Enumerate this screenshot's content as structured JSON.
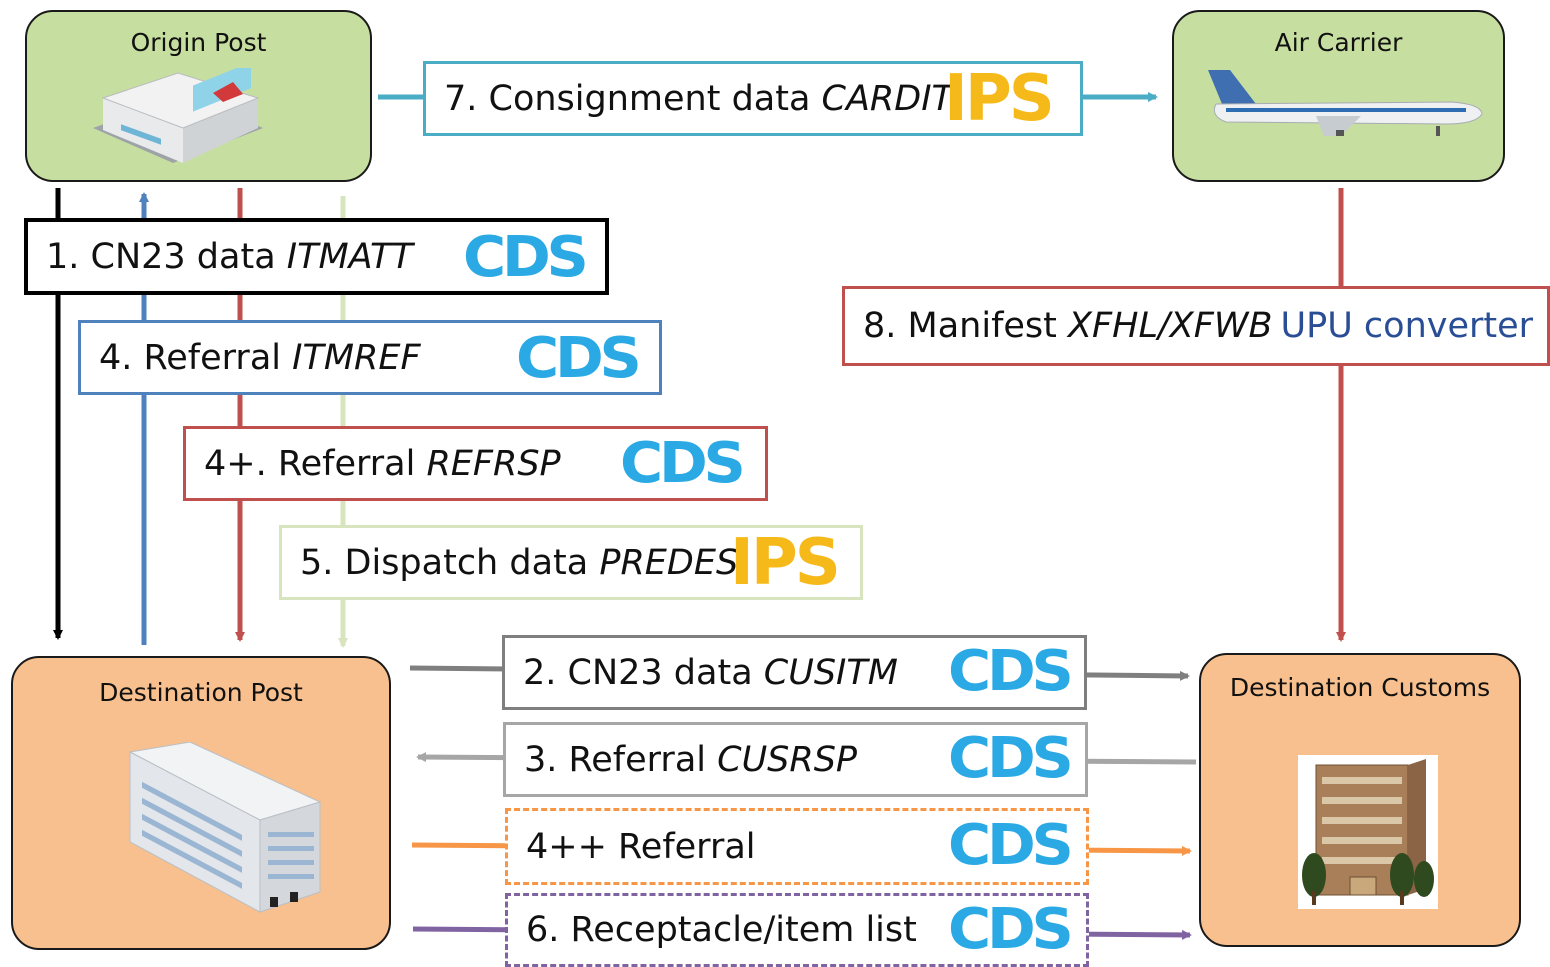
{
  "nodes": {
    "origin_post": {
      "label": "Origin Post",
      "fill": "#c6dea0"
    },
    "air_carrier": {
      "label": "Air Carrier",
      "fill": "#c6dea0"
    },
    "destination_post": {
      "label": "Destination Post",
      "fill": "#f8c08e"
    },
    "destination_customs": {
      "label": "Destination Customs",
      "fill": "#f8c08e"
    }
  },
  "messages": {
    "m1": {
      "prefix": "1. CN23 data ",
      "code": "ITMATT",
      "tag": "CDS",
      "color": "#000000"
    },
    "m4": {
      "prefix": "4. Referral ",
      "code": "ITMREF",
      "tag": "CDS",
      "color": "#4f81bd"
    },
    "m4plus": {
      "prefix": "4+. Referral ",
      "code": "REFRSP",
      "tag": "CDS",
      "color": "#c0504d"
    },
    "m5": {
      "prefix": "5. Dispatch data ",
      "code": "PREDES",
      "tag": "IPS",
      "color": "#d7e4bd"
    },
    "m7": {
      "prefix": "7. Consignment data ",
      "code": "CARDIT",
      "tag": "IPS",
      "color": "#4bacc6"
    },
    "m8": {
      "prefix": "8. Manifest ",
      "code": "XFHL/XFWB",
      "suffix": "UPU converter",
      "color": "#c0504d",
      "suffix_color": "#2a4e96"
    },
    "m2": {
      "prefix": "2. CN23 data ",
      "code": "CUSITM",
      "tag": "CDS",
      "color": "#7f7f7f"
    },
    "m3": {
      "prefix": "3. Referral ",
      "code": "CUSRSP",
      "tag": "CDS",
      "color": "#a6a6a6"
    },
    "m4pp": {
      "prefix": "4++ Referral",
      "code": "",
      "tag": "CDS",
      "color": "#f79646"
    },
    "m6": {
      "prefix": "6. Receptacle/item list",
      "code": "",
      "tag": "CDS",
      "color": "#8064a2"
    }
  },
  "tag_colors": {
    "CDS": "#2ba9e4",
    "IPS": "#f6b91a"
  }
}
